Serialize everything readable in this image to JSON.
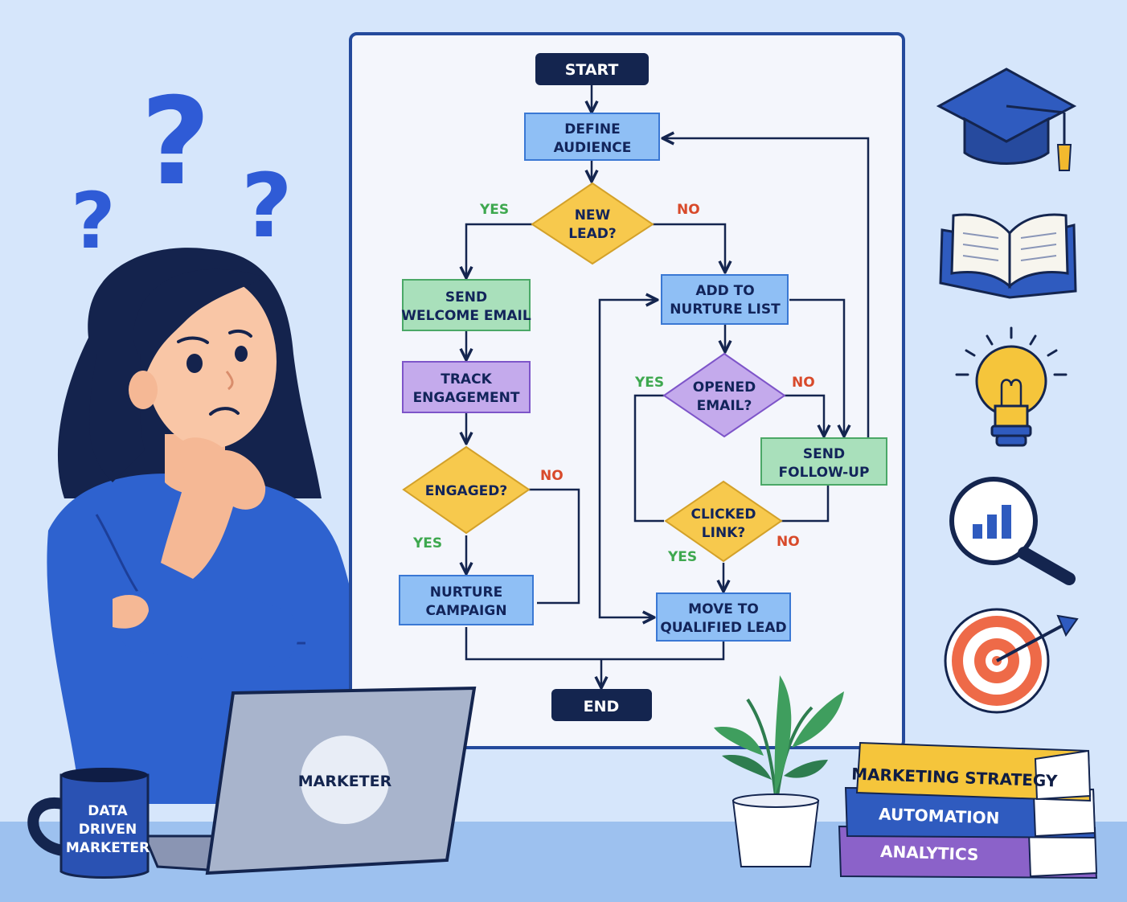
{
  "flowchart": {
    "start": "START",
    "end": "END",
    "define_audience": [
      "DEFINE",
      "AUDIENCE"
    ],
    "new_lead": [
      "NEW",
      "LEAD?"
    ],
    "send_welcome": [
      "SEND",
      "WELCOME EMAIL"
    ],
    "track_engagement": [
      "TRACK",
      "ENGAGEMENT"
    ],
    "engaged": "ENGAGED?",
    "nurture_campaign": [
      "NURTURE",
      "CAMPAIGN"
    ],
    "add_nurture": [
      "ADD TO",
      "NURTURE LIST"
    ],
    "opened_email": [
      "OPENED",
      "EMAIL?"
    ],
    "send_followup": [
      "SEND",
      "FOLLOW-UP"
    ],
    "clicked_link": [
      "CLICKED",
      "LINK?"
    ],
    "move_qualified": [
      "MOVE TO",
      "QUALIFIED LEAD"
    ],
    "yes": "YES",
    "no": "NO"
  },
  "laptop_label": "MARKETER",
  "mug_label": [
    "DATA",
    "DRIVEN",
    "MARKETER"
  ],
  "books": [
    "MARKETING STRATEGY",
    "AUTOMATION",
    "ANALYTICS"
  ],
  "icons": [
    "graduation-cap-icon",
    "open-book-icon",
    "lightbulb-icon",
    "magnifier-chart-icon",
    "target-icon"
  ],
  "colors": {
    "background": "#d6e6fb",
    "board": "#f4f6fc",
    "navy": "#14254f",
    "blue_node": "#8fbff5",
    "green_node": "#a9e0bb",
    "purple_node": "#c4aaec",
    "yellow_diamond": "#f7c94d",
    "yes": "#3ea84f",
    "no": "#d84a2b"
  }
}
